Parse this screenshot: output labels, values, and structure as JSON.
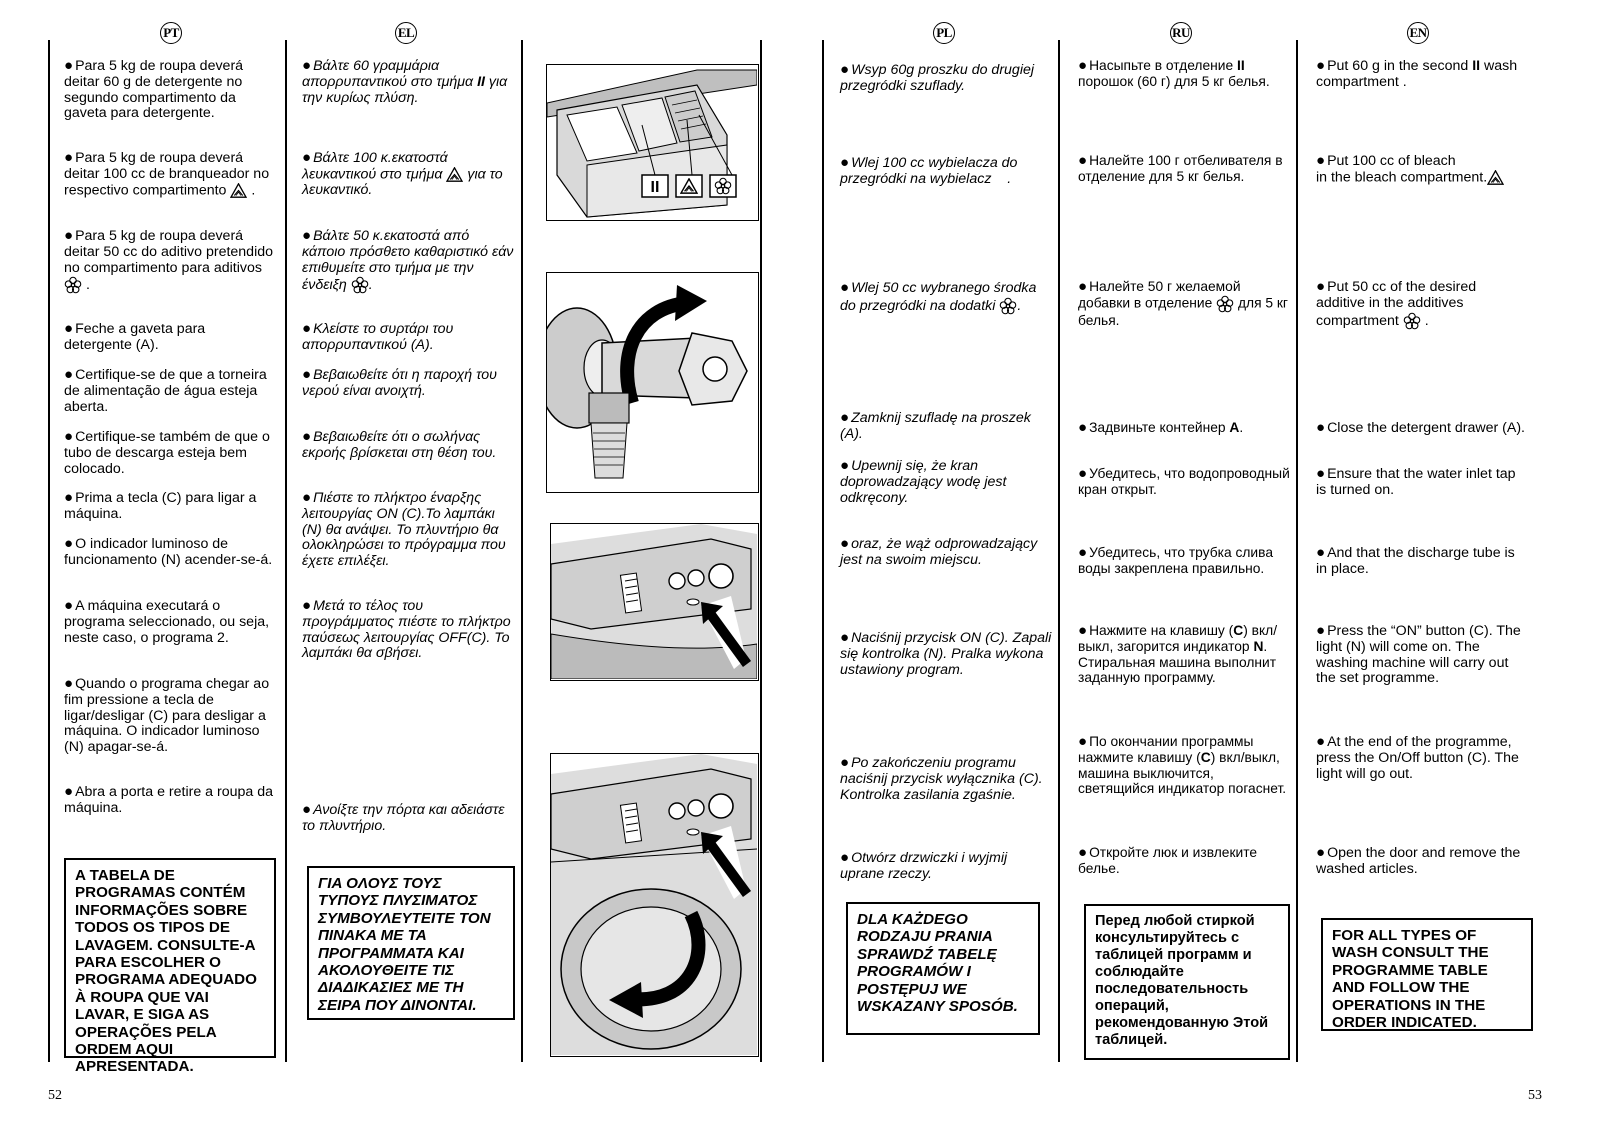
{
  "languages": {
    "pt": "PT",
    "el": "EL",
    "pl": "PL",
    "ru": "RU",
    "en": "EN"
  },
  "page_numbers": {
    "left": "52",
    "right": "53"
  },
  "pt": {
    "p1": "Para 5 kg de roupa deverá deitar 60 g de detergente no segundo compartimento da gaveta para detergente.",
    "p2": "Para 5 kg de roupa deverá deitar 100 cc de branqueador no respectivo compartimento",
    "p3": "Para 5 kg de roupa deverá deitar 50 cc do aditivo pretendido no compartimento para aditivos",
    "p4": "Feche a gaveta para detergente (A).",
    "p5": "Certifique-se de que a torneira de alimentação de água esteja aberta.",
    "p6": "Certifique-se também de que o tubo de descarga esteja bem colocado.",
    "p7": "Prima a tecla (C) para ligar a máquina.",
    "p8": "O indicador luminoso de funcionamento (N) acender-se-á.",
    "p9": "A máquina executará o programa seleccionado, ou seja, neste caso, o programa 2.",
    "p10": "Quando o programa chegar ao fim pressione a tecla de ligar/desligar (C) para desligar a máquina. O indicador luminoso (N) apagar-se-á.",
    "p11": "Abra a porta e retire a roupa da máquina.",
    "box": "A TABELA DE PROGRAMAS CONTÉM INFORMAÇÕES SOBRE TODOS OS TIPOS DE LAVAGEM. CONSULTE-A PARA ESCOLHER O PROGRAMA ADEQUADO À ROUPA QUE VAI LAVAR, E SIGA AS OPERAÇÕES PELA ORDEM AQUI APRESENTADA."
  },
  "el": {
    "p1a": "Βάλτε 60 γραμμάρια απορρυπαντικού στο τμήμα ",
    "p1b": "II",
    "p1c": " για την κυρίως πλύση.",
    "p2a": "Βάλτε 100 κ.εκατοστά λευκαντικού στο τμήμα",
    "p2b": "για το λευκαντικό.",
    "p3": "Βάλτε 50 κ.εκατοστά από κάποιο πρόσθετο καθαριστικό εάν επιθυμείτε στο τμήμα με την ένδειξη",
    "p4": "Κλείστε το συρτάρι του απορρυπαντικού (A).",
    "p5": "Βεβαιωθείτε ότι η παροχή του νερού είναι ανοιχτή.",
    "p6": "Βεβαιωθείτε ότι ο σωλήνας εκροής βρίσκεται στη θέση του.",
    "p7": "Πιέστε το πλήκτρο έναρξης λειτουργίας ON (C).Το λαμπάκι (N) θα ανάψει. Το πλυντήριο θα ολοκληρώσει το πρόγραμμα που έχετε επιλέξει.",
    "p8": "Μετά το τέλος του προγράμματος πιέστε το πλήκτρο παύσεως λειτουργίας OFF(C). Το λαμπάκι θα σβήσει.",
    "p9": "Ανοίξτε την πόρτα και αδειάστε το πλυντήριο.",
    "box": "ΓΙΑ ΟΛΟΥΣ ΤΟΥΣ ΤΥΠΟΥΣ ΠΛΥΣΙΜΑΤΟΣ ΣΥΜΒΟΥΛΕΥΤΕΙΤΕ ΤΟΝ ΠΙΝΑΚΑ ΜΕ ΤΑ ΠΡΟΓΡΑΜΜΑΤΑ ΚΑΙ ΑΚΟΛΟΥΘΕΙΤΕ ΤΙΣ ΔΙΑΔΙΚΑΣΙΕΣ ΜΕ ΤΗ ΣΕΙΡΑ ΠΟΥ ΔΙΝΟΝΤΑΙ."
  },
  "pl": {
    "p1": "Wsyp 60g proszku do drugiej przegródki szuflady.",
    "p2": "Wlej 100 cc wybielacza do przegródki na wybielacz",
    "p3": "Wlej 50 cc wybranego środka do przegródki na dodatki",
    "p4": "Zamknij szufladę na proszek (A).",
    "p5": "Upewnij się, że kran doprowadzający wodę jest odkręcony.",
    "p6": "oraz, że wąż odprowadzający jest na swoim miejscu.",
    "p7": "Naciśnij przycisk ON (C). Zapali się kontrolka (N). Pralka wykona ustawiony program.",
    "p8": "Po zakończeniu programu naciśnij przycisk wyłącznika (C). Kontrolka zasilania zgaśnie.",
    "p9": "Otwórz drzwiczki i wyjmij uprane rzeczy.",
    "box": "DLA KAŻDEGO RODZAJU PRANIA SPRAWDŹ TABELĘ PROGRAMÓW I POSTĘPUJ WE WSKAZANY SPOSÓB."
  },
  "ru": {
    "p1a": "Насыпьте в отделение ",
    "p1b": "II",
    "p1c": " порошок (60 г) для 5 кг белья.",
    "p2": "Налейте 100 г отбеливателя в отделение для 5 кг белья.",
    "p3a": "Налейте 50 г желаемой добавки в отделение",
    "p3b": "для 5 кг белья.",
    "p4a": "Задвиньте контейнер ",
    "p4b": "A",
    "p4c": ".",
    "p5": "Убедитесь, что водопроводный кран открыт.",
    "p6": "Убедитесь, что трубка слива воды закреплена правильно.",
    "p7a": "Нажмите на клавишу (",
    "p7b": "C",
    "p7c": ") вкл/выкл, загорится индикатор ",
    "p7d": "N",
    "p7e": ".",
    "p7f": "Стиральная машина выполнит заданную программу.",
    "p8a": "По окончании программы нажмите клавишу (",
    "p8b": "C",
    "p8c": ") вкл/выкл, машина выключится, светящийся индикатор погаснет.",
    "p9": "Откройте люк и извлеките белье.",
    "box": "Перед любой стиркой консультируйтесь с таблицей программ и соблюдайте последовательность операций, рекомендованную Этой таблицей."
  },
  "en": {
    "p1a": "Put 60 g  in the second ",
    "p1b": "II",
    "p1c": " wash compartment .",
    "p2a": "Put 100 cc of bleach",
    "p2b": " in the bleach compartment.",
    "p3": "Put 50 cc of the desired additive in the additives compartment",
    "p4": "Close the detergent drawer (A).",
    "p5": "Ensure that the water inlet tap is turned on.",
    "p6": "And that the discharge tube is in place.",
    "p7": "Press the “ON” button (C). The light (N) will come on. The washing machine will carry out the set programme.",
    "p8": "At the end of the programme, press the On/Off button (C). The light will go out.",
    "p9": "Open the door and remove the washed articles.",
    "box": "FOR ALL TYPES OF WASH CONSULT THE PROGRAMME TABLE AND FOLLOW THE OPERATIONS IN THE ORDER INDICATED."
  },
  "figures": {
    "drawer_label_main": "II"
  },
  "icons": [
    "bleach-triangle-icon",
    "flower-additive-icon",
    "bullet-icon"
  ]
}
